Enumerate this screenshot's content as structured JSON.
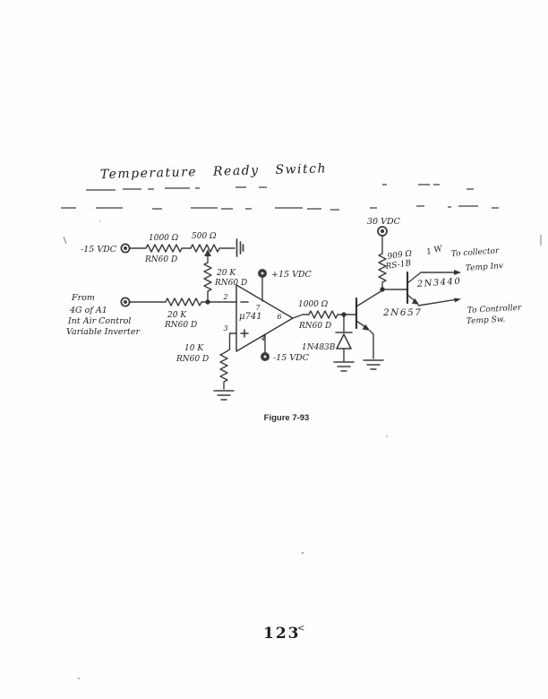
{
  "page": {
    "title": "Temperature Ready Switch",
    "figure_caption": "Figure 7-93",
    "page_number": "123",
    "page_number_mark": "<"
  },
  "circuit": {
    "supply_neg15_in": "-15 VDC",
    "r_offset": {
      "value": "1000 Ω",
      "type": "RN60 D"
    },
    "pot_value": "500 Ω",
    "r_wiper": {
      "value": "20 K",
      "type": "RN60 D"
    },
    "source_note": {
      "line1": "From",
      "line2": "4G of A1",
      "line3": "Int Air Control",
      "line4": "Variable Inverter"
    },
    "r_input": {
      "value": "20 K",
      "type": "RN60 D"
    },
    "r_ground": {
      "value": "10 K",
      "type": "RN60 D"
    },
    "opamp": {
      "label": "μ741",
      "pin_inverting": "2",
      "pin_noninverting": "3",
      "pin_vplus": "7",
      "pin_vminus": "4",
      "pin_output": "6",
      "supply_pos": "+15 VDC",
      "supply_neg": "-15 VDC"
    },
    "r_output": {
      "value": "1000 Ω",
      "type": "RN60 D"
    },
    "diode_label": "1N483B",
    "q1_label": "2N657",
    "supply_30": "30 VDC",
    "r_collector": {
      "value": "909 Ω",
      "type": "RS-1B",
      "power": "1 W"
    },
    "q2_label": "2N3440",
    "out_collector": {
      "line1": "To collector",
      "line2": "Temp Inv"
    },
    "out_controller": {
      "line1": "To Controller",
      "line2": "Temp Sw."
    }
  }
}
